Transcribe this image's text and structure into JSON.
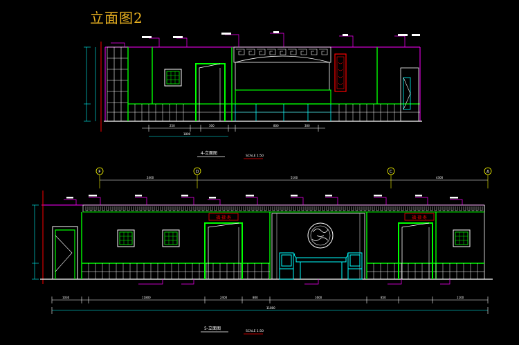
{
  "sheet": {
    "title": "立面图2"
  },
  "elevation_a": {
    "caption": "4-立面图",
    "scale": "SCALE 1:50",
    "dimension_labels": [
      "250",
      "300",
      "800",
      "300",
      "1800"
    ]
  },
  "elevation_b": {
    "caption": "5-立面图",
    "scale": "SCALE 1:50",
    "plaque_left": "福·禄·寿",
    "plaque_right": "福·禄·寿",
    "dimension_labels": [
      "1030",
      "11800",
      "2400",
      "800",
      "1600",
      "850",
      "1100"
    ],
    "total_label": "11800"
  },
  "grid_axes": {
    "bubbles": [
      "F",
      "D",
      "C",
      "A"
    ],
    "span_labels": [
      "2400",
      "5100",
      "4300"
    ]
  },
  "colors": {
    "background": "#000000",
    "wall": "#00ff00",
    "outline": "#ffffff",
    "dimension": "#00ffff",
    "leader": "#ff00ff",
    "grid": "#ffff00",
    "ornament": "#ff0000",
    "title": "#e8b020"
  }
}
